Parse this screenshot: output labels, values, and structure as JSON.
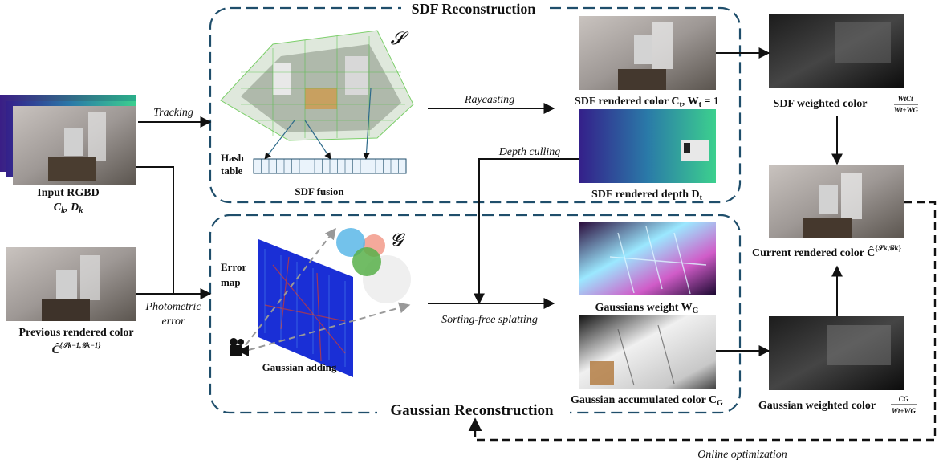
{
  "sections": {
    "sdf_title": "SDF Reconstruction",
    "gaussian_title": "Gaussian Reconstruction",
    "sdf_symbol": "𝓢",
    "gaussian_symbol": "𝓖"
  },
  "inputs": {
    "input_rgbd_title": "Input RGBD",
    "input_rgbd_sub": "C",
    "input_rgbd_sub_k": "k",
    "input_rgbd_sub_mid": ", D",
    "prev_color_title": "Previous rendered color",
    "prev_color_sub": "Ĉ",
    "prev_color_sup": "{𝒮k−1,𝒢k−1}",
    "prev_color_subk": "k"
  },
  "sdf_block": {
    "hash_table_line1": "Hash",
    "hash_table_line2": "table",
    "fusion_label": "SDF fusion"
  },
  "gaussian_block": {
    "error_map_line1": "Error",
    "error_map_line2": "map",
    "adding_label": "Gaussian adding"
  },
  "arrows": {
    "tracking": "Tracking",
    "photometric_line1": "Photometric",
    "photometric_line2": "error",
    "raycasting": "Raycasting",
    "depth_culling": "Depth culling",
    "splatting": "Sorting-free splatting",
    "online_optimization": "Online optimization"
  },
  "outputs": {
    "sdf_color": "SDF rendered color C",
    "sdf_color_tail": ", W",
    "sdf_color_eq": " = 1",
    "sdf_depth": "SDF rendered depth D",
    "gauss_weight": "Gaussians weight W",
    "gauss_color": "Gaussian accumulated color C",
    "sdf_weighted": "SDF weighted color",
    "gauss_weighted": "Gaussian weighted color",
    "current_color": "Current rendered color Ĉ",
    "current_sup": "{𝒮k,𝒢k}",
    "sub_t": "t",
    "sub_G": "G",
    "sub_k": "k"
  },
  "fractions": {
    "sdf_num": "WtCt",
    "sdf_den": "Wt+WG",
    "gauss_num": "CG",
    "gauss_den": "Wt+WG"
  },
  "colors": {
    "dashed_box": "#1f4e6b",
    "depth_low": "#3a2a8c",
    "depth_high": "#28c08a",
    "error_map": "#1a2fd6",
    "arrow": "#111111"
  }
}
